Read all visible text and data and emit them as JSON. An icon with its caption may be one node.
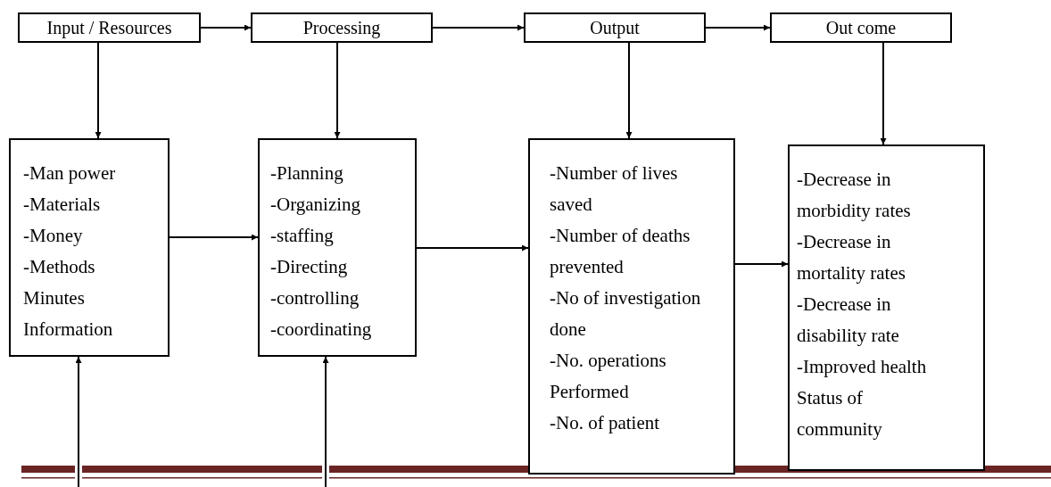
{
  "diagram": {
    "nodes": [
      {
        "text": [
          "Input / Resources"
        ]
      },
      {
        "text": [
          "Processing"
        ]
      },
      {
        "text": [
          "Output"
        ]
      },
      {
        "text": [
          "Out come"
        ]
      },
      {
        "text": [
          "-Man power",
          "-Materials",
          "-Money",
          "-Methods",
          "Minutes",
          "Information"
        ]
      },
      {
        "text": [
          "-Planning",
          "-Organizing",
          "-staffing",
          "-Directing",
          "-controlling",
          "-coordinating"
        ]
      },
      {
        "text": [
          "-Number of lives saved",
          "-Number of deaths prevented",
          "-No of investigation done",
          "-No. operations Performed",
          "-No. of patient"
        ]
      },
      {
        "text": [
          "-Decrease in morbidity rates",
          "-Decrease in mortality rates",
          "-Decrease in disability rate",
          "-Improved health Status of community"
        ]
      }
    ],
    "edges": [
      {
        "from": 0,
        "to": 1,
        "arrow": "to"
      },
      {
        "from": 1,
        "to": 2,
        "arrow": "to"
      },
      {
        "from": 2,
        "to": 3,
        "arrow": "to"
      },
      {
        "from": 0,
        "to": 4,
        "arrow": "to"
      },
      {
        "from": 1,
        "to": 5,
        "arrow": "to"
      },
      {
        "from": 2,
        "to": 6,
        "arrow": "to"
      },
      {
        "from": 3,
        "to": 7,
        "arrow": "to"
      },
      {
        "from": 4,
        "to": 5,
        "arrow": "to"
      },
      {
        "from": 5,
        "to": 6,
        "arrow": "to"
      },
      {
        "from": 6,
        "to": 7,
        "arrow": "to"
      },
      {
        "from": null,
        "to": 4,
        "arrow": "to"
      },
      {
        "from": null,
        "to": 5,
        "arrow": "to"
      }
    ]
  }
}
